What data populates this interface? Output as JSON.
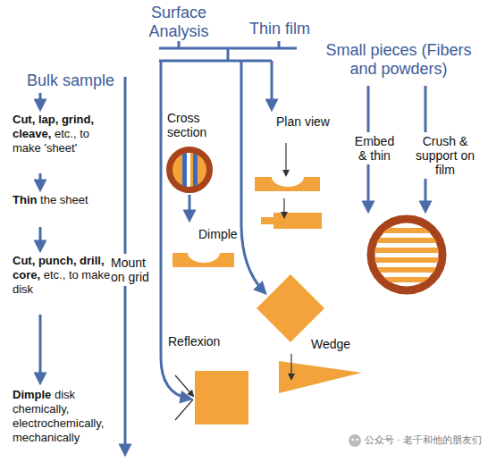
{
  "diagram": {
    "labels": [
      "Surface Analysis",
      "Thin film",
      "Bulk sample",
      "Small pieces (Fibers and powders)",
      "Cut, lap, grind, cleave,",
      "etc., to make 'sheet'",
      "Thin",
      "the sheet",
      "Cut, punch, drill, core,",
      "etc., to make disk",
      "Dimple",
      "disk chemically, electrochemically, mechanically",
      "Mount on grid",
      "Cross section",
      "Plan view",
      "Dimple",
      "Reflexion",
      "Wedge",
      "Embed & thin",
      "Crush & support on film",
      "公众号 · 老千和他的朋友们"
    ]
  }
}
